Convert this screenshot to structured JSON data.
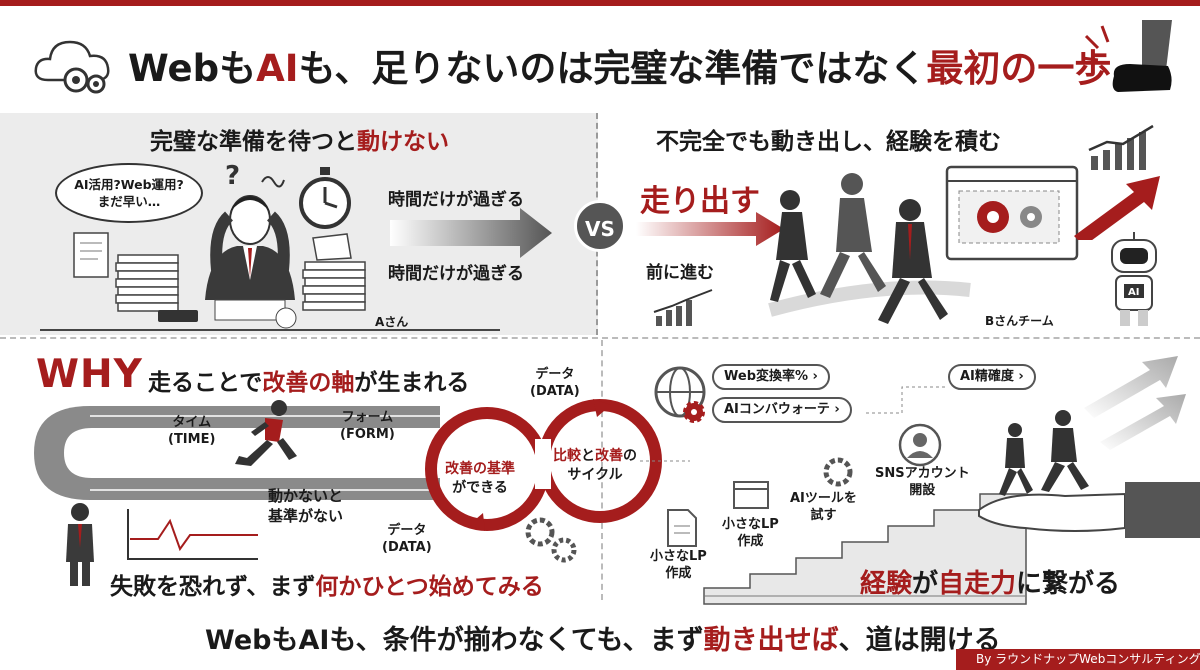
{
  "title": {
    "part1": "Webも",
    "part2": "AI",
    "part3": "も、足りないのは完璧な準備ではなく",
    "part4": "最初の一歩"
  },
  "left_panel": {
    "heading_a": "完璧な準備を待つと",
    "heading_b": "動けない",
    "bubble_line1": "AI活用?Web運用?",
    "bubble_line2": "まだ早い…",
    "time_text_1": "時間だけが過ぎる",
    "time_text_2": "時間だけが過ぎる",
    "person_label": "Aさん"
  },
  "vs_label": "VS",
  "right_panel": {
    "heading": "不完全でも動き出し、経験を積む",
    "run_label": "走り出す",
    "forward_label": "前に進む",
    "team_label": "Bさんチーム",
    "robot_label": "AI"
  },
  "why_section": {
    "why": "WHY",
    "subtitle_a": "走ることで",
    "subtitle_b": "改善の軸",
    "subtitle_c": "が生まれる",
    "time_label_1": "タイム",
    "time_label_2": "(TIME)",
    "form_label_1": "フォーム",
    "form_label_2": "(FORM)",
    "data_top_1": "データ",
    "data_top_2": "(DATA)",
    "data_bottom_1": "データ",
    "data_bottom_2": "(DATA)",
    "no_move_1": "動かないと",
    "no_move_2": "基準がない",
    "cycle_left_1": "改善の基準",
    "cycle_left_2": "ができる",
    "cycle_right_1a": "比較",
    "cycle_right_1b": "と",
    "cycle_right_1c": "改善",
    "cycle_right_1d": "の",
    "cycle_right_2": "サイクル",
    "bottom_a": "失敗を恐れず、まず",
    "bottom_b": "何かひとつ始めてみる"
  },
  "experience_section": {
    "pill_web": "Web変換率%",
    "pill_ai": "AIコンバウォーテ",
    "pill_accuracy": "AI精確度",
    "step_sns_1": "SNSアカウント",
    "step_sns_2": "開設",
    "step_ai_1": "AIツールを",
    "step_ai_2": "試す",
    "step_lp_1": "小さなLP",
    "step_lp_2": "作成",
    "step_lp2_1": "小さなLP",
    "step_lp2_2": "作成",
    "bottom_a": "経験",
    "bottom_b": "が",
    "bottom_c": "自走力",
    "bottom_d": "に繋がる"
  },
  "footer": {
    "part1": "WebもAIも、条件が揃わなくても、まず",
    "part2": "動き出せば",
    "part3": "、道は開ける"
  },
  "credit": "By ラウンドナップWebコンサルティング",
  "colors": {
    "accent": "#a51d1d",
    "panel": "#ececec",
    "dark": "#1a1a1a"
  }
}
